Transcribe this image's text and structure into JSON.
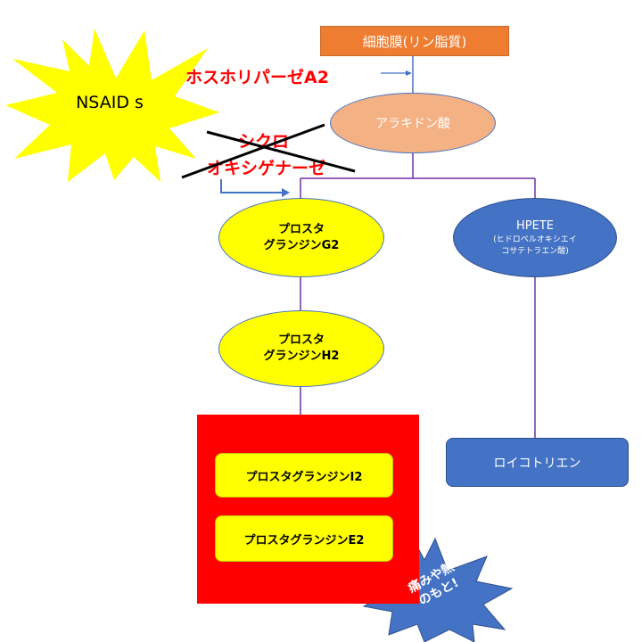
{
  "nodes": {
    "membrane": "細胞膜(リン脂質)",
    "arachidonic_acid": "アラキドン酸",
    "pg_g2_line1": "プロスタ",
    "pg_g2_line2": "グランジンG2",
    "pg_h2_line1": "プロスタ",
    "pg_h2_line2": "グランジンH2",
    "hpete_title": "HPETE",
    "hpete_sub_line1": "(ヒドロペルオキシエイ",
    "hpete_sub_line2": "コサテトラエン酸)",
    "pg_i2": "プロスタグランジンI2",
    "pg_e2": "プロスタグランジンE2",
    "leukotriene": "ロイコトリエン"
  },
  "enzymes": {
    "phospholipase": "ホスホリパーゼA2",
    "cox_line1": "シクロ",
    "cox_line2": "オキシゲナーゼ"
  },
  "callouts": {
    "nsaids": "NSAID s",
    "pain_line1": "痛みや熱",
    "pain_line2": "のもと!"
  },
  "colors": {
    "membrane": "#ee7d31",
    "arachidonic": "#f4b183",
    "prostaglandin": "#ffff00",
    "hpete": "#4472c4",
    "highlight_box": "#ff0000",
    "enzyme_text": "#ff0000",
    "connector": "#7030a0",
    "arrow": "#4472c4"
  }
}
